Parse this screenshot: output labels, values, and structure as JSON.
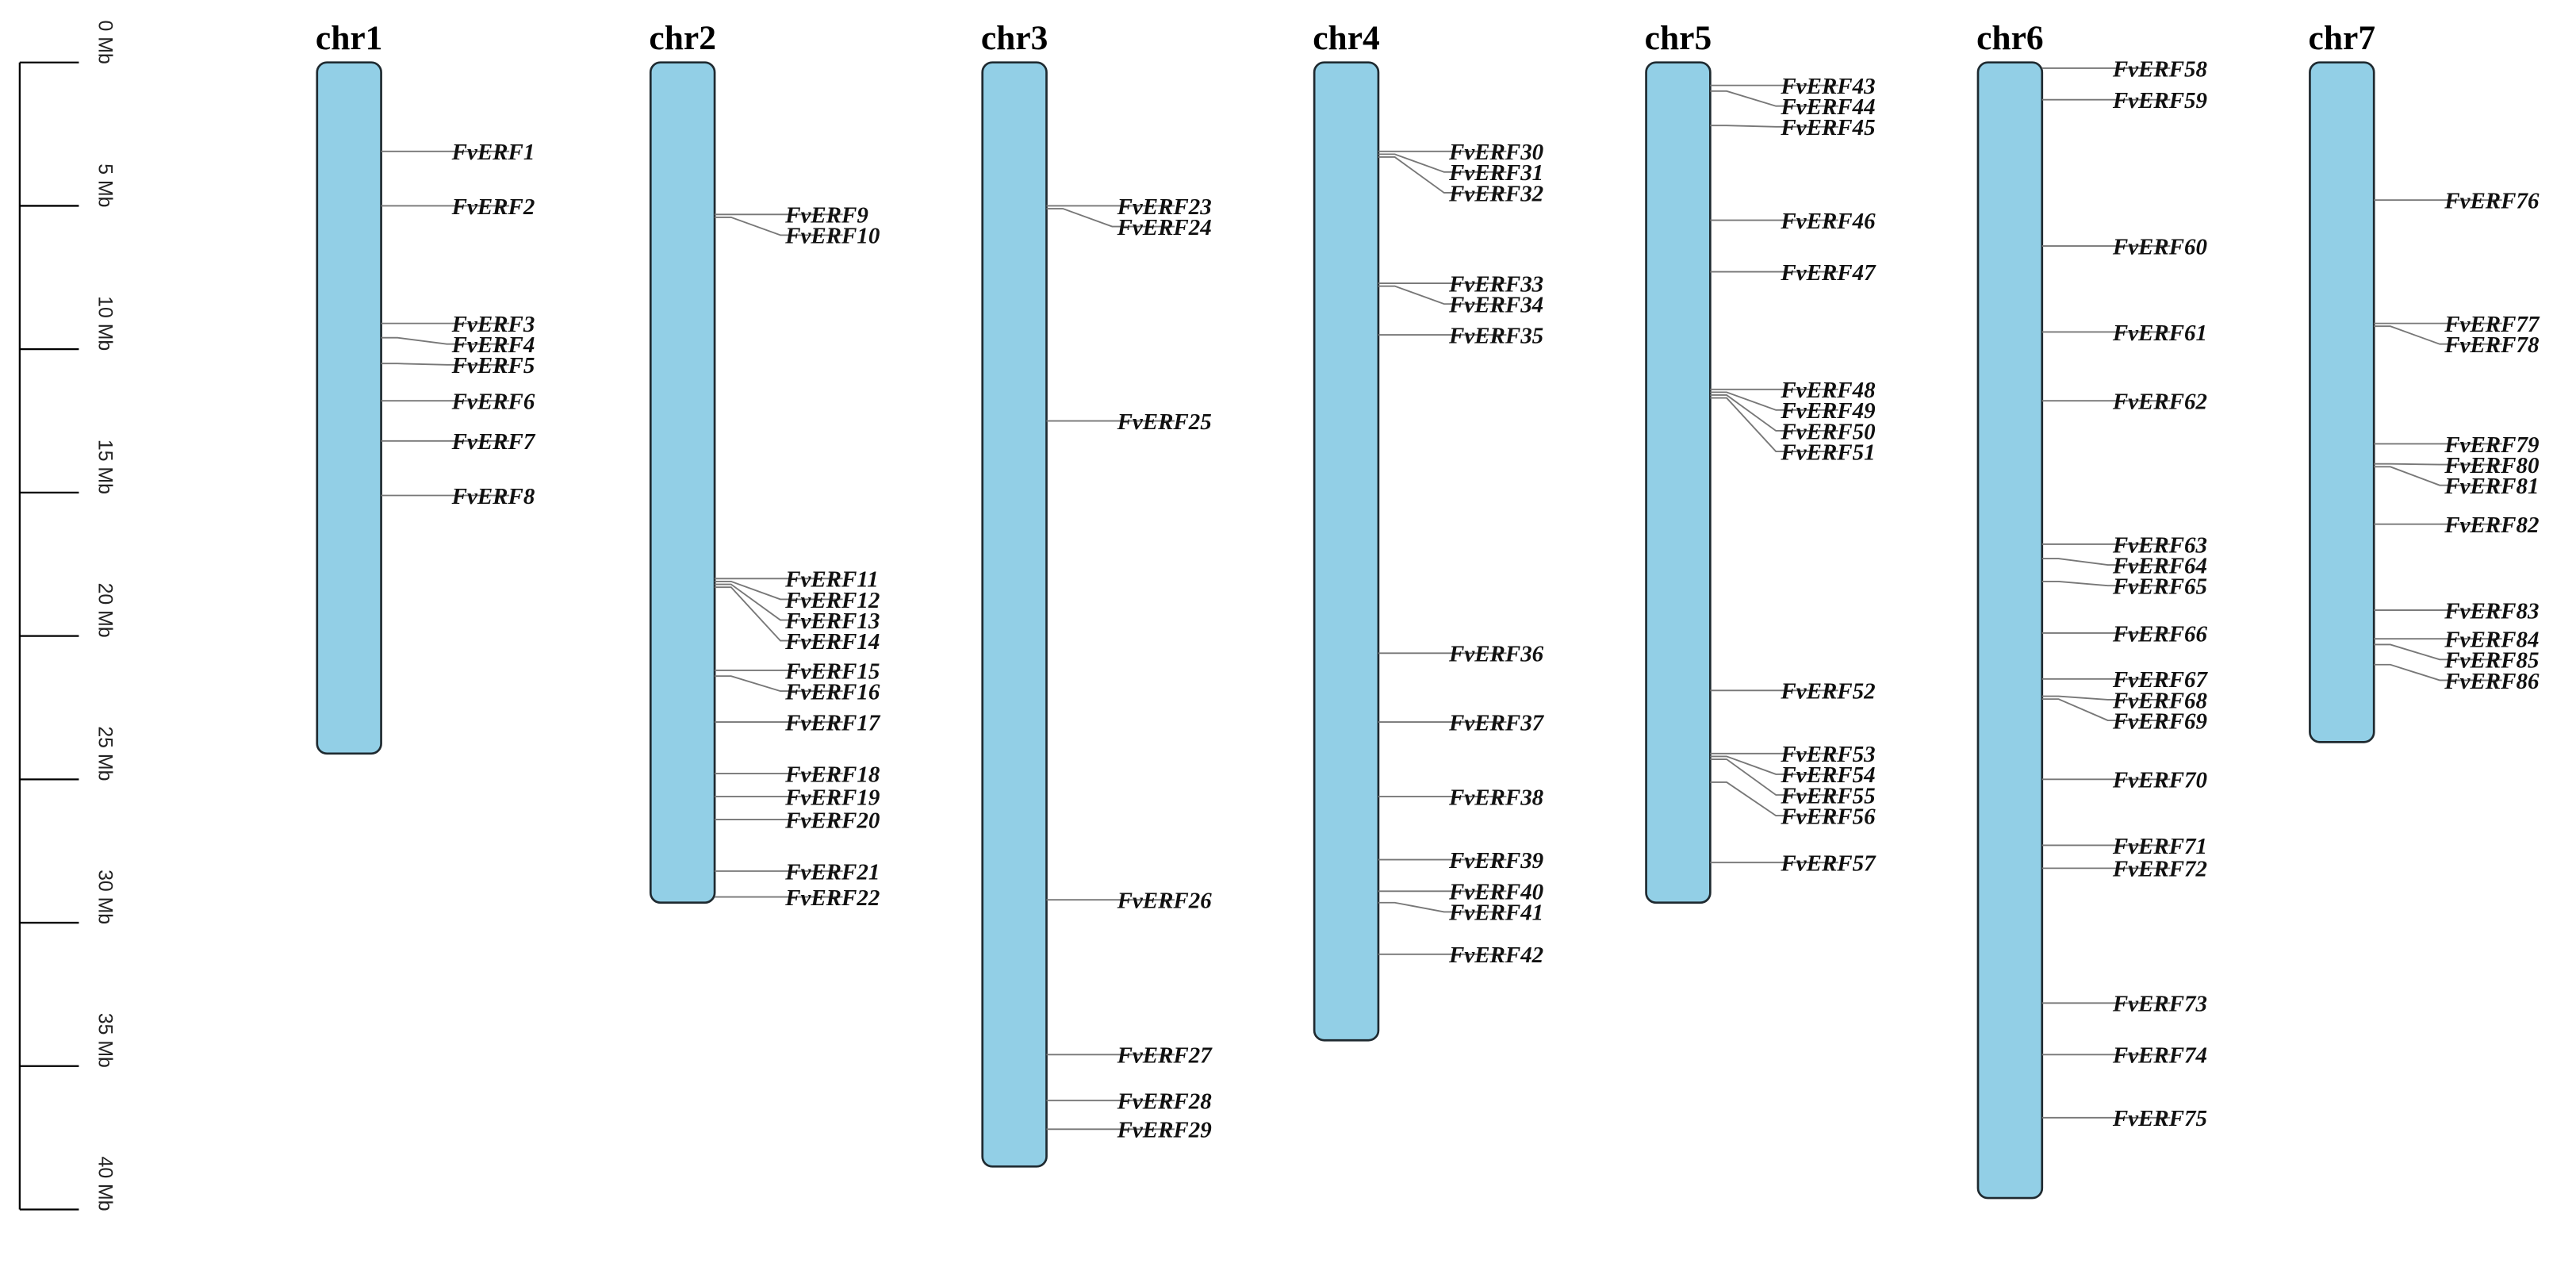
{
  "scale": {
    "ticks": [
      {
        "value": 0,
        "label": "0 Mb"
      },
      {
        "value": 5,
        "label": "5 Mb"
      },
      {
        "value": 10,
        "label": "10 Mb"
      },
      {
        "value": 15,
        "label": "15 Mb"
      },
      {
        "value": 20,
        "label": "20 Mb"
      },
      {
        "value": 25,
        "label": "25 Mb"
      },
      {
        "value": 30,
        "label": "30 Mb"
      },
      {
        "value": 35,
        "label": "35 Mb"
      },
      {
        "value": 40,
        "label": "40 Mb"
      }
    ],
    "max": 40
  },
  "chromosomes": [
    {
      "name": "chr1",
      "length": 24.1,
      "genes": [
        {
          "name": "FvERF1",
          "pos": 3.1
        },
        {
          "name": "FvERF2",
          "pos": 5.0
        },
        {
          "name": "FvERF3",
          "pos": 9.1
        },
        {
          "name": "FvERF4",
          "pos": 9.6
        },
        {
          "name": "FvERF5",
          "pos": 10.5
        },
        {
          "name": "FvERF6",
          "pos": 11.8
        },
        {
          "name": "FvERF7",
          "pos": 13.2
        },
        {
          "name": "FvERF8",
          "pos": 15.1
        }
      ]
    },
    {
      "name": "chr2",
      "length": 29.3,
      "genes": [
        {
          "name": "FvERF9",
          "pos": 5.3
        },
        {
          "name": "FvERF10",
          "pos": 5.4
        },
        {
          "name": "FvERF11",
          "pos": 18.0
        },
        {
          "name": "FvERF12",
          "pos": 18.1
        },
        {
          "name": "FvERF13",
          "pos": 18.2
        },
        {
          "name": "FvERF14",
          "pos": 18.3
        },
        {
          "name": "FvERF15",
          "pos": 21.2
        },
        {
          "name": "FvERF16",
          "pos": 21.4
        },
        {
          "name": "FvERF17",
          "pos": 23.0
        },
        {
          "name": "FvERF18",
          "pos": 24.8
        },
        {
          "name": "FvERF19",
          "pos": 25.6
        },
        {
          "name": "FvERF20",
          "pos": 26.4
        },
        {
          "name": "FvERF21",
          "pos": 28.2
        },
        {
          "name": "FvERF22",
          "pos": 29.1
        }
      ]
    },
    {
      "name": "chr3",
      "length": 38.5,
      "genes": [
        {
          "name": "FvERF23",
          "pos": 5.0
        },
        {
          "name": "FvERF24",
          "pos": 5.1
        },
        {
          "name": "FvERF25",
          "pos": 12.5
        },
        {
          "name": "FvERF26",
          "pos": 29.2
        },
        {
          "name": "FvERF27",
          "pos": 34.6
        },
        {
          "name": "FvERF28",
          "pos": 36.2
        },
        {
          "name": "FvERF29",
          "pos": 37.2
        }
      ]
    },
    {
      "name": "chr4",
      "length": 34.1,
      "genes": [
        {
          "name": "FvERF30",
          "pos": 3.1
        },
        {
          "name": "FvERF31",
          "pos": 3.2
        },
        {
          "name": "FvERF32",
          "pos": 3.3
        },
        {
          "name": "FvERF33",
          "pos": 7.7
        },
        {
          "name": "FvERF34",
          "pos": 7.8
        },
        {
          "name": "FvERF35",
          "pos": 9.5
        },
        {
          "name": "FvERF36",
          "pos": 20.6
        },
        {
          "name": "FvERF37",
          "pos": 23.0
        },
        {
          "name": "FvERF38",
          "pos": 25.6
        },
        {
          "name": "FvERF39",
          "pos": 27.8
        },
        {
          "name": "FvERF40",
          "pos": 28.9
        },
        {
          "name": "FvERF41",
          "pos": 29.3
        },
        {
          "name": "FvERF42",
          "pos": 31.1
        }
      ]
    },
    {
      "name": "chr5",
      "length": 29.3,
      "genes": [
        {
          "name": "FvERF43",
          "pos": 0.8
        },
        {
          "name": "FvERF44",
          "pos": 1.0
        },
        {
          "name": "FvERF45",
          "pos": 2.2
        },
        {
          "name": "FvERF46",
          "pos": 5.5
        },
        {
          "name": "FvERF47",
          "pos": 7.3
        },
        {
          "name": "FvERF48",
          "pos": 11.4
        },
        {
          "name": "FvERF49",
          "pos": 11.5
        },
        {
          "name": "FvERF50",
          "pos": 11.6
        },
        {
          "name": "FvERF51",
          "pos": 11.7
        },
        {
          "name": "FvERF52",
          "pos": 21.9
        },
        {
          "name": "FvERF53",
          "pos": 24.1
        },
        {
          "name": "FvERF54",
          "pos": 24.2
        },
        {
          "name": "FvERF55",
          "pos": 24.3
        },
        {
          "name": "FvERF56",
          "pos": 25.1
        },
        {
          "name": "FvERF57",
          "pos": 27.9
        }
      ]
    },
    {
      "name": "chr6",
      "length": 39.6,
      "genes": [
        {
          "name": "FvERF58",
          "pos": 0.2
        },
        {
          "name": "FvERF59",
          "pos": 1.3
        },
        {
          "name": "FvERF60",
          "pos": 6.4
        },
        {
          "name": "FvERF61",
          "pos": 9.4
        },
        {
          "name": "FvERF62",
          "pos": 11.8
        },
        {
          "name": "FvERF63",
          "pos": 16.8
        },
        {
          "name": "FvERF64",
          "pos": 17.3
        },
        {
          "name": "FvERF65",
          "pos": 18.1
        },
        {
          "name": "FvERF66",
          "pos": 19.9
        },
        {
          "name": "FvERF67",
          "pos": 21.5
        },
        {
          "name": "FvERF68",
          "pos": 22.1
        },
        {
          "name": "FvERF69",
          "pos": 22.2
        },
        {
          "name": "FvERF70",
          "pos": 25.0
        },
        {
          "name": "FvERF71",
          "pos": 27.3
        },
        {
          "name": "FvERF72",
          "pos": 28.1
        },
        {
          "name": "FvERF73",
          "pos": 32.8
        },
        {
          "name": "FvERF74",
          "pos": 34.6
        },
        {
          "name": "FvERF75",
          "pos": 36.8
        }
      ]
    },
    {
      "name": "chr7",
      "length": 23.7,
      "genes": [
        {
          "name": "FvERF76",
          "pos": 4.8
        },
        {
          "name": "FvERF77",
          "pos": 9.1
        },
        {
          "name": "FvERF78",
          "pos": 9.2
        },
        {
          "name": "FvERF79",
          "pos": 13.3
        },
        {
          "name": "FvERF80",
          "pos": 14.0
        },
        {
          "name": "FvERF81",
          "pos": 14.1
        },
        {
          "name": "FvERF82",
          "pos": 16.1
        },
        {
          "name": "FvERF83",
          "pos": 19.1
        },
        {
          "name": "FvERF84",
          "pos": 20.1
        },
        {
          "name": "FvERF85",
          "pos": 20.3
        },
        {
          "name": "FvERF86",
          "pos": 21.0
        }
      ]
    }
  ],
  "colors": {
    "chromosome_fill": "#92cfe6",
    "chromosome_stroke": "#1f2a30",
    "gene_line": "#777777"
  }
}
